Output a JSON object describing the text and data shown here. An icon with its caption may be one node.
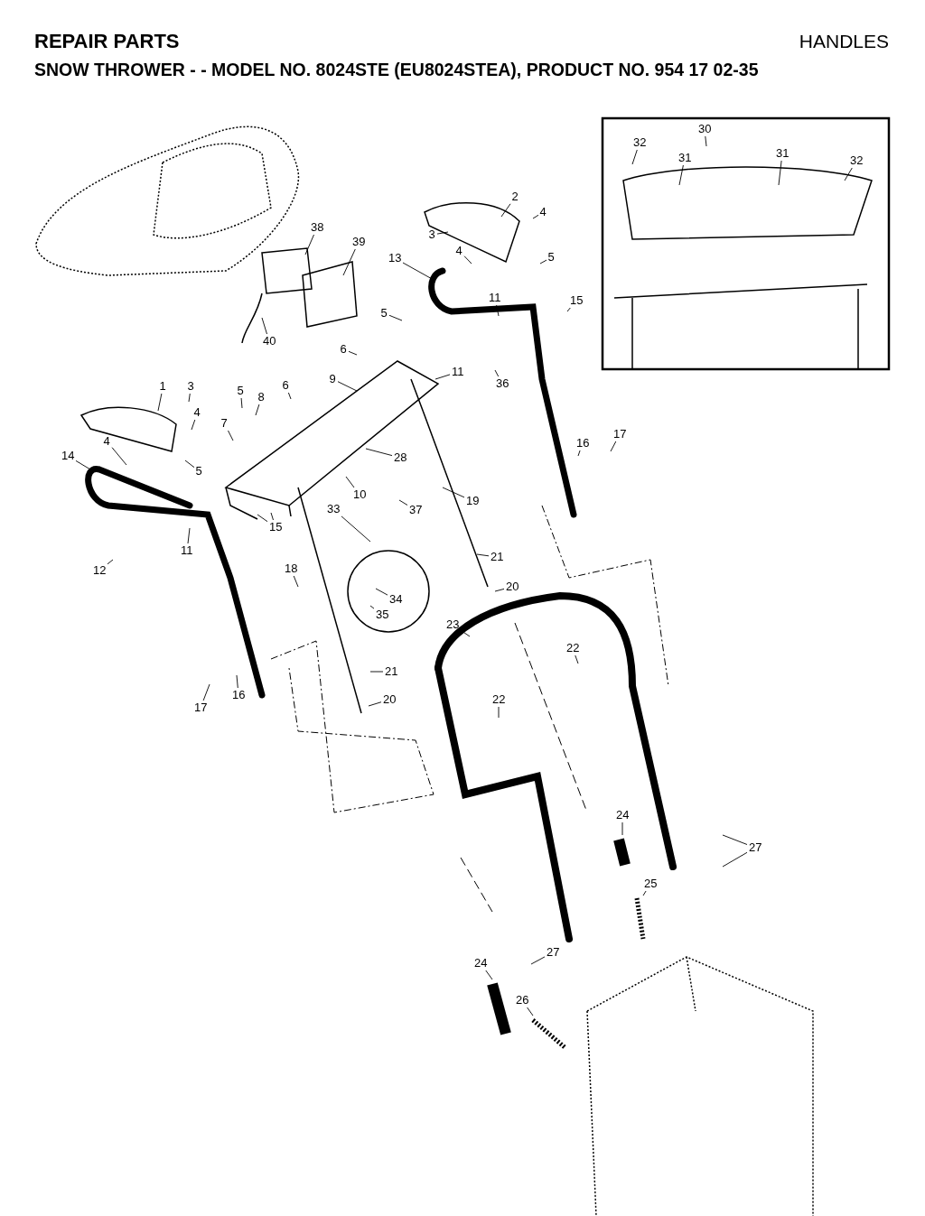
{
  "diagram": {
    "title": "REPAIR PARTS",
    "labels": [
      "HANDLES",
      "SNOW THROWER - - MODEL NO. 8024STE (EU8024STEA), PRODUCT NO. 954 17 02-35"
    ],
    "nodes": [
      {
        "text": [
          "30"
        ]
      },
      {
        "text": [
          "32"
        ]
      },
      {
        "text": [
          "31"
        ]
      },
      {
        "text": [
          "31"
        ]
      },
      {
        "text": [
          "32"
        ]
      },
      {
        "text": [
          "2"
        ]
      },
      {
        "text": [
          "4"
        ]
      },
      {
        "text": [
          "38"
        ]
      },
      {
        "text": [
          "3"
        ]
      },
      {
        "text": [
          "39"
        ]
      },
      {
        "text": [
          "4"
        ]
      },
      {
        "text": [
          "5"
        ]
      },
      {
        "text": [
          "13"
        ]
      },
      {
        "text": [
          "11"
        ]
      },
      {
        "text": [
          "15"
        ]
      },
      {
        "text": [
          "5"
        ]
      },
      {
        "text": [
          "40"
        ]
      },
      {
        "text": [
          "6"
        ]
      },
      {
        "text": [
          "36"
        ]
      },
      {
        "text": [
          "11"
        ]
      },
      {
        "text": [
          "9"
        ]
      },
      {
        "text": [
          "1"
        ]
      },
      {
        "text": [
          "3"
        ]
      },
      {
        "text": [
          "5"
        ]
      },
      {
        "text": [
          "8"
        ]
      },
      {
        "text": [
          "6"
        ]
      },
      {
        "text": [
          "4"
        ]
      },
      {
        "text": [
          "7"
        ]
      },
      {
        "text": [
          "17"
        ]
      },
      {
        "text": [
          "16"
        ]
      },
      {
        "text": [
          "4"
        ]
      },
      {
        "text": [
          "14"
        ]
      },
      {
        "text": [
          "28"
        ]
      },
      {
        "text": [
          "5"
        ]
      },
      {
        "text": [
          "10"
        ]
      },
      {
        "text": [
          "33"
        ]
      },
      {
        "text": [
          "37"
        ]
      },
      {
        "text": [
          "15"
        ]
      },
      {
        "text": [
          "19"
        ]
      },
      {
        "text": [
          "11"
        ]
      },
      {
        "text": [
          "12"
        ]
      },
      {
        "text": [
          "21"
        ]
      },
      {
        "text": [
          "18"
        ]
      },
      {
        "text": [
          "20"
        ]
      },
      {
        "text": [
          "34"
        ]
      },
      {
        "text": [
          "35"
        ]
      },
      {
        "text": [
          "23"
        ]
      },
      {
        "text": [
          "22"
        ]
      },
      {
        "text": [
          "21"
        ]
      },
      {
        "text": [
          "17"
        ]
      },
      {
        "text": [
          "16"
        ]
      },
      {
        "text": [
          "20"
        ]
      },
      {
        "text": [
          "22"
        ]
      },
      {
        "text": [
          "24"
        ]
      },
      {
        "text": [
          "27"
        ]
      },
      {
        "text": [
          "25"
        ]
      },
      {
        "text": [
          "27"
        ]
      },
      {
        "text": [
          "24"
        ]
      },
      {
        "text": [
          "26"
        ]
      }
    ],
    "edges": [
      {
        "from": 0,
        "to": null,
        "arrow": "none"
      },
      {
        "from": 1,
        "to": null,
        "arrow": "none"
      },
      {
        "from": 2,
        "to": null,
        "arrow": "none"
      },
      {
        "from": 3,
        "to": null,
        "arrow": "none"
      },
      {
        "from": 4,
        "to": null,
        "arrow": "none"
      },
      {
        "from": 5,
        "to": null,
        "arrow": "none"
      },
      {
        "from": 6,
        "to": null,
        "arrow": "none"
      },
      {
        "from": 7,
        "to": null,
        "arrow": "none"
      },
      {
        "from": 8,
        "to": null,
        "arrow": "none"
      },
      {
        "from": 9,
        "to": null,
        "arrow": "none"
      },
      {
        "from": 10,
        "to": null,
        "arrow": "none"
      },
      {
        "from": 11,
        "to": null,
        "arrow": "none"
      },
      {
        "from": 12,
        "to": null,
        "arrow": "none"
      },
      {
        "from": 13,
        "to": null,
        "arrow": "none"
      },
      {
        "from": 14,
        "to": null,
        "arrow": "none"
      },
      {
        "from": 15,
        "to": null,
        "arrow": "none"
      },
      {
        "from": 16,
        "to": null,
        "arrow": "none"
      },
      {
        "from": 17,
        "to": null,
        "arrow": "none"
      },
      {
        "from": 18,
        "to": null,
        "arrow": "none"
      },
      {
        "from": 19,
        "to": null,
        "arrow": "none"
      },
      {
        "from": 20,
        "to": null,
        "arrow": "none"
      },
      {
        "from": 21,
        "to": null,
        "arrow": "none"
      },
      {
        "from": 22,
        "to": null,
        "arrow": "none"
      },
      {
        "from": 23,
        "to": null,
        "arrow": "none"
      },
      {
        "from": 24,
        "to": null,
        "arrow": "none"
      },
      {
        "from": 25,
        "to": null,
        "arrow": "none"
      },
      {
        "from": 26,
        "to": null,
        "arrow": "none"
      },
      {
        "from": 27,
        "to": null,
        "arrow": "none"
      },
      {
        "from": 28,
        "to": null,
        "arrow": "none"
      },
      {
        "from": 29,
        "to": null,
        "arrow": "none"
      },
      {
        "from": 30,
        "to": null,
        "arrow": "none"
      },
      {
        "from": 31,
        "to": null,
        "arrow": "none"
      },
      {
        "from": 32,
        "to": null,
        "arrow": "none"
      },
      {
        "from": 33,
        "to": null,
        "arrow": "none"
      },
      {
        "from": 34,
        "to": null,
        "arrow": "none"
      },
      {
        "from": 35,
        "to": null,
        "arrow": "none"
      },
      {
        "from": 36,
        "to": null,
        "arrow": "none"
      },
      {
        "from": 37,
        "to": null,
        "arrow": "none"
      },
      {
        "from": 37,
        "to": null,
        "arrow": "none"
      },
      {
        "from": 38,
        "to": null,
        "arrow": "none"
      },
      {
        "from": 39,
        "to": null,
        "arrow": "none"
      },
      {
        "from": 40,
        "to": null,
        "arrow": "none"
      },
      {
        "from": 41,
        "to": null,
        "arrow": "none"
      },
      {
        "from": 42,
        "to": null,
        "arrow": "none"
      },
      {
        "from": 43,
        "to": null,
        "arrow": "none"
      },
      {
        "from": 44,
        "to": null,
        "arrow": "none"
      },
      {
        "from": 45,
        "to": null,
        "arrow": "none"
      },
      {
        "from": 46,
        "to": null,
        "arrow": "none"
      },
      {
        "from": 47,
        "to": null,
        "arrow": "none"
      },
      {
        "from": 48,
        "to": null,
        "arrow": "none"
      },
      {
        "from": 49,
        "to": null,
        "arrow": "none"
      },
      {
        "from": 50,
        "to": null,
        "arrow": "none"
      },
      {
        "from": 51,
        "to": null,
        "arrow": "none"
      },
      {
        "from": 52,
        "to": null,
        "arrow": "none"
      },
      {
        "from": 53,
        "to": null,
        "arrow": "none"
      },
      {
        "from": 54,
        "to": null,
        "arrow": "none"
      },
      {
        "from": 54,
        "to": null,
        "arrow": "none"
      },
      {
        "from": 55,
        "to": null,
        "arrow": "none"
      },
      {
        "from": 56,
        "to": null,
        "arrow": "none"
      },
      {
        "from": 57,
        "to": null,
        "arrow": "none"
      },
      {
        "from": 58,
        "to": null,
        "arrow": "none"
      }
    ]
  }
}
